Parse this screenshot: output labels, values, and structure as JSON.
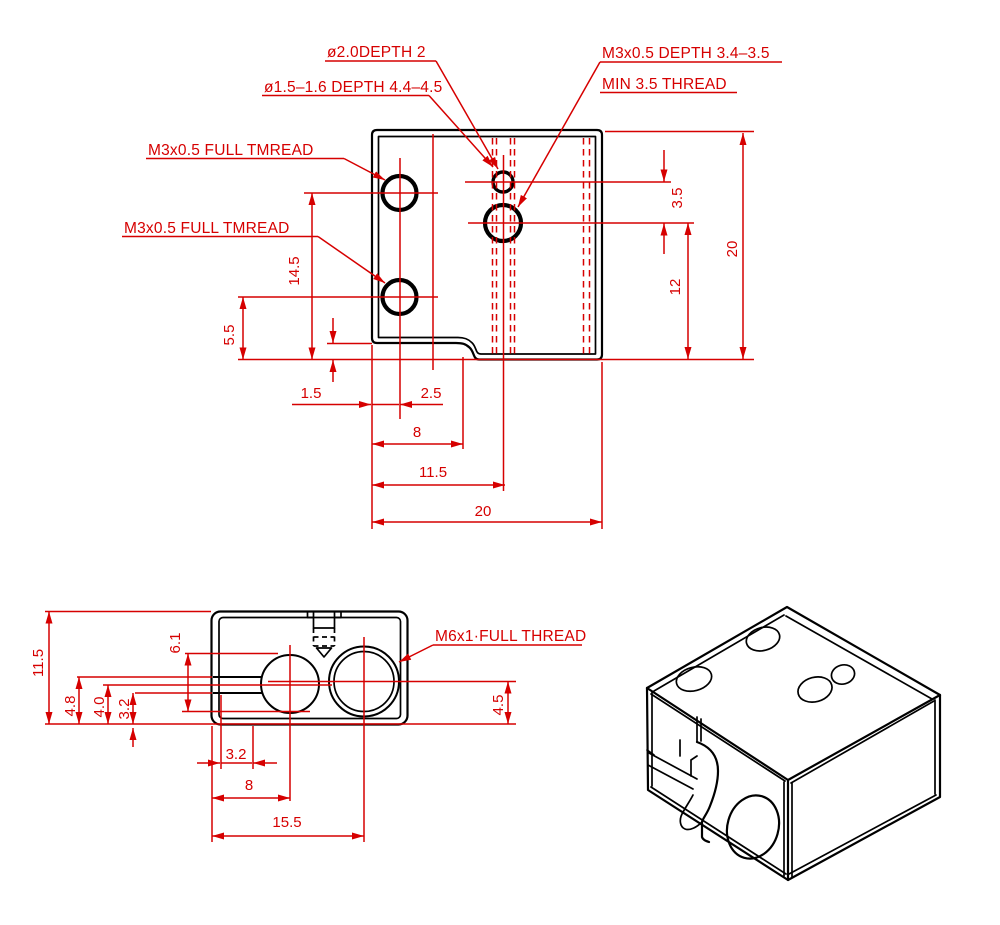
{
  "title": "heater-block-engineering-drawing",
  "colors": {
    "background": "#ffffff",
    "line_color": "#000000",
    "dimension_color": "#d60000"
  },
  "views": {
    "top": {
      "labels": {
        "counterbore": "ø2.0DEPTH 2",
        "thermistor": "ø1.5–1.6 DEPTH 4.4–4.5",
        "m3_depth": "M3x0.5 DEPTH 3.4–3.5",
        "m3_min_thread": "MIN 3.5 THREAD",
        "m3_full_upper": "M3x0.5 FULL TMREAD",
        "m3_full_lower": "M3x0.5 FULL TMREAD"
      },
      "dims": {
        "hole_gap": "3.5",
        "overall_h_right": "20",
        "hole_bottom": "12",
        "upper_hole_y": "14.5",
        "lower_hole_y": "5.5",
        "step_h": "1.5",
        "hole_col_x": "2.5",
        "step_x": "8",
        "center_col_x": "11.5",
        "overall_w": "20"
      }
    },
    "front": {
      "labels": {
        "m6": "M6x1·FULL THREAD"
      },
      "dims": {
        "overall_h": "11.5",
        "slot_top_y": "4.8",
        "sensor_y": "4.0",
        "slot_bottom_y": "3.2",
        "sensor_dia": "6.1",
        "m6_y": "4.5",
        "screw_x": "3.2",
        "sensor_x": "8",
        "m6_x": "15.5"
      }
    }
  }
}
